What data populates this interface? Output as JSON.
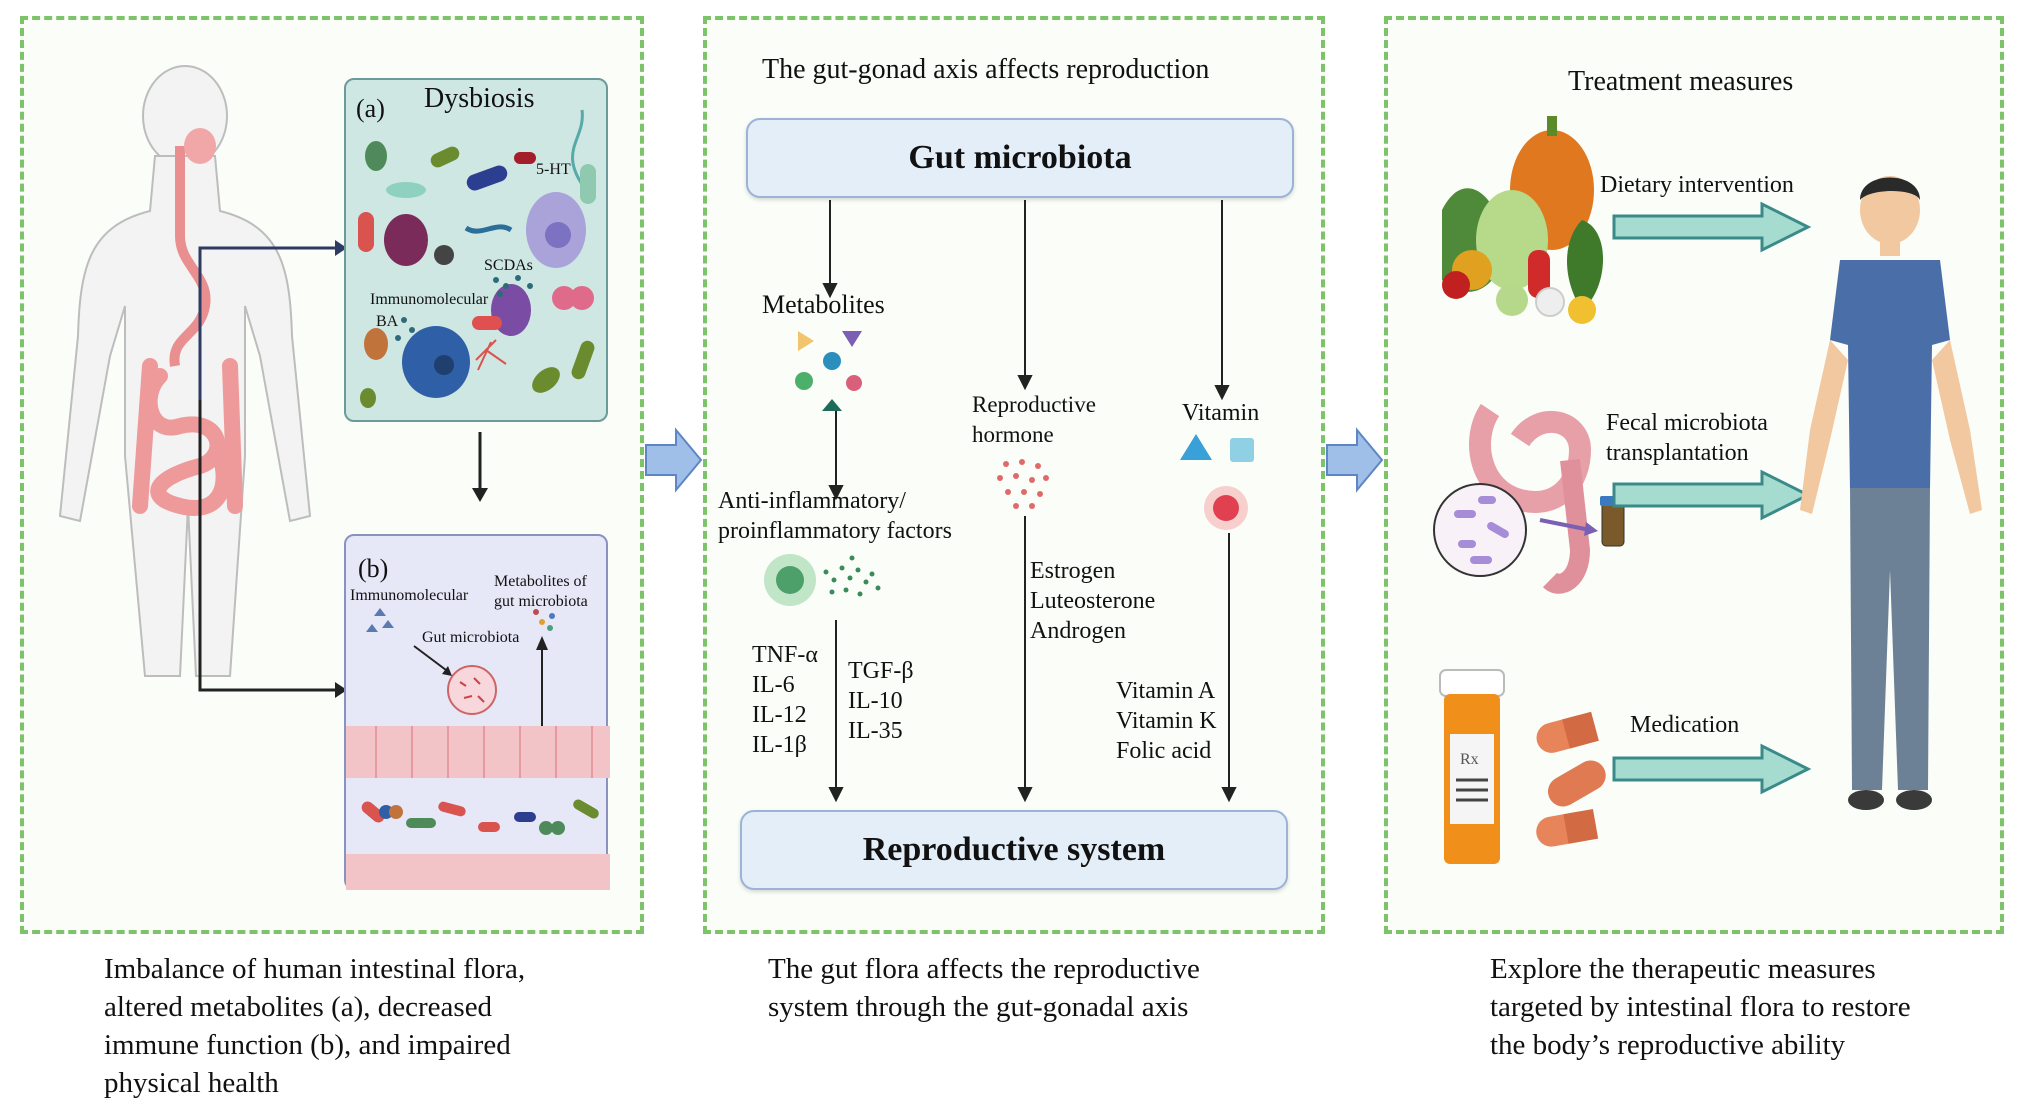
{
  "left": {
    "dysbiosis_tag": "(a)",
    "dysbiosis_title": "Dysbiosis",
    "label_5ht": "5-HT",
    "label_scdas": "SCDAs",
    "label_immunomolecular_a": "Immunomolecular",
    "label_ba": "BA",
    "b_tag": "(b)",
    "b_immunomolecular": "Immunomolecular",
    "b_metabolites": "Metabolites of\ngut microbiota",
    "b_gut_microbiota": "Gut microbiota",
    "caption": "Imbalance of human intestinal flora,\naltered metabolites (a), decreased\nimmune function (b), and impaired\nphysical health"
  },
  "middle": {
    "title": "The gut-gonad axis affects reproduction",
    "gut_box": "Gut microbiota",
    "metabolites": "Metabolites",
    "inflammatory": "Anti-inflammatory/\nproinflammatory factors",
    "pro_factors": "TNF-α\nIL-6\nIL-12\nIL-1β",
    "anti_factors": "TGF-β\nIL-10\nIL-35",
    "repro_hormone": "Reproductive\nhormone",
    "hormones": "Estrogen\nLuteosterone\nAndrogen",
    "vitamin": "Vitamin",
    "vitamins": "Vitamin A\nVitamin K\nFolic acid",
    "repro_box": "Reproductive system",
    "caption": "The gut flora affects the reproductive\nsystem through the gut-gonadal axis"
  },
  "right": {
    "title": "Treatment measures",
    "dietary": "Dietary intervention",
    "fecal": "Fecal microbiota\ntransplantation",
    "medication": "Medication",
    "rx": "Rx",
    "caption": "Explore the therapeutic measures\ntargeted by intestinal flora to restore\nthe body’s reproductive ability"
  }
}
